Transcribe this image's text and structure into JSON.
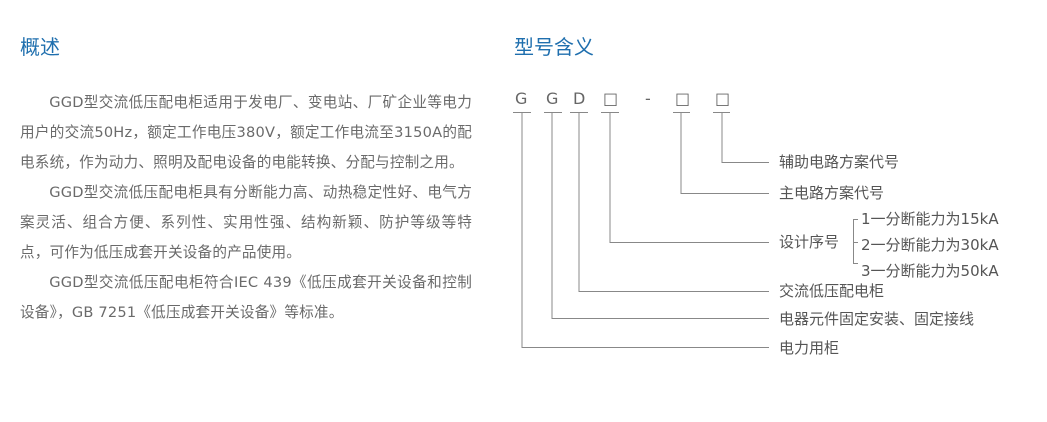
{
  "overview": {
    "title": "概述",
    "paragraphs": [
      "GGD型交流低压配电柜适用于发电厂、变电站、厂矿企业等电力用户的交流50Hz，额定工作电压380V，额定工作电流至3150A的配电系统，作为动力、照明及配电设备的电能转换、分配与控制之用。",
      "GGD型交流低压配电柜具有分断能力高、动热稳定性好、电气方案灵活、组合方便、系列性、实用性强、结构新颖、防护等级等特点，可作为低压成套开关设备的产品使用。",
      "GGD型交流低压配电柜符合IEC 439《低压成套开关设备和控制设备》，GB 7251《低压成套开关设备》等标准。"
    ]
  },
  "model": {
    "title": "型号含义",
    "code": [
      "G",
      "G",
      "D",
      "□",
      "-",
      "□",
      "□"
    ],
    "labels": {
      "aux": "辅助电路方案代号",
      "main": "主电路方案代号",
      "design": "设计序号",
      "design_options": [
        "1一分断能力为15kA",
        "2一分断能力为30kA",
        "3一分断能力为50kA"
      ],
      "d": "交流低压配电柜",
      "g2": "电器元件固定安装、固定接线",
      "g1": "电力用柜"
    }
  }
}
